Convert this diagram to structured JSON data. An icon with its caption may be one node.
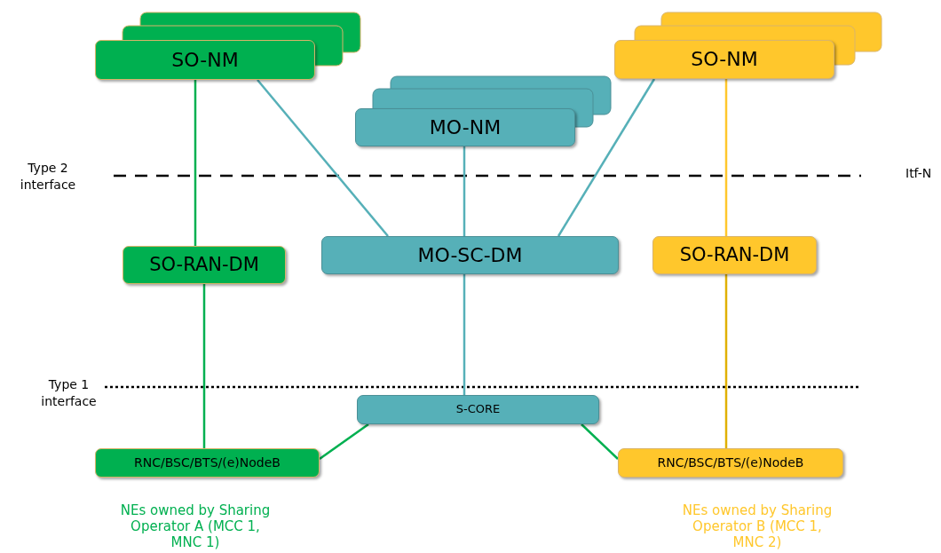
{
  "diagram": {
    "nodes": [
      {
        "text": [
          "SO-NM"
        ]
      },
      {
        "text": [
          "SO-NM"
        ]
      },
      {
        "text": [
          "MO-NM"
        ]
      },
      {
        "text": [
          "SO-RAN-DM"
        ]
      },
      {
        "text": [
          "MO-SC-DM"
        ]
      },
      {
        "text": [
          "SO-RAN-DM"
        ]
      },
      {
        "text": [
          "S-CORE"
        ]
      },
      {
        "text": [
          "RNC/BSC/BTS/(e)NodeB"
        ],
        "beside": [
          "NEs owned by Sharing Operator A (MCC 1, MNC 1)"
        ]
      },
      {
        "text": [
          "RNC/BSC/BTS/(e)NodeB"
        ],
        "beside": [
          "NEs owned by Sharing Operator B (MCC 1, MNC 2)"
        ]
      }
    ],
    "edges": [
      {
        "from": 0,
        "to": 3,
        "arrow": "none",
        "color": "#00b050"
      },
      {
        "from": 0,
        "to": 4,
        "arrow": "none",
        "color": "#56b0b8"
      },
      {
        "from": 1,
        "to": 4,
        "arrow": "none",
        "color": "#56b0b8"
      },
      {
        "from": 1,
        "to": 5,
        "arrow": "none",
        "color": "#ffc72c"
      },
      {
        "from": 2,
        "to": 4,
        "arrow": "none",
        "color": "#56b0b8"
      },
      {
        "from": 3,
        "to": 7,
        "arrow": "none",
        "color": "#00b050"
      },
      {
        "from": 4,
        "to": 6,
        "arrow": "none",
        "color": "#56b0b8"
      },
      {
        "from": 6,
        "to": 7,
        "arrow": "none",
        "color": "#00b050"
      },
      {
        "from": 6,
        "to": 8,
        "arrow": "none",
        "color": "#00b050"
      },
      {
        "from": 5,
        "to": 8,
        "arrow": "none",
        "color": "#e0b000"
      }
    ],
    "labels": [
      "Type 2 interface",
      "Itf-N",
      "Type 1 interface"
    ]
  }
}
